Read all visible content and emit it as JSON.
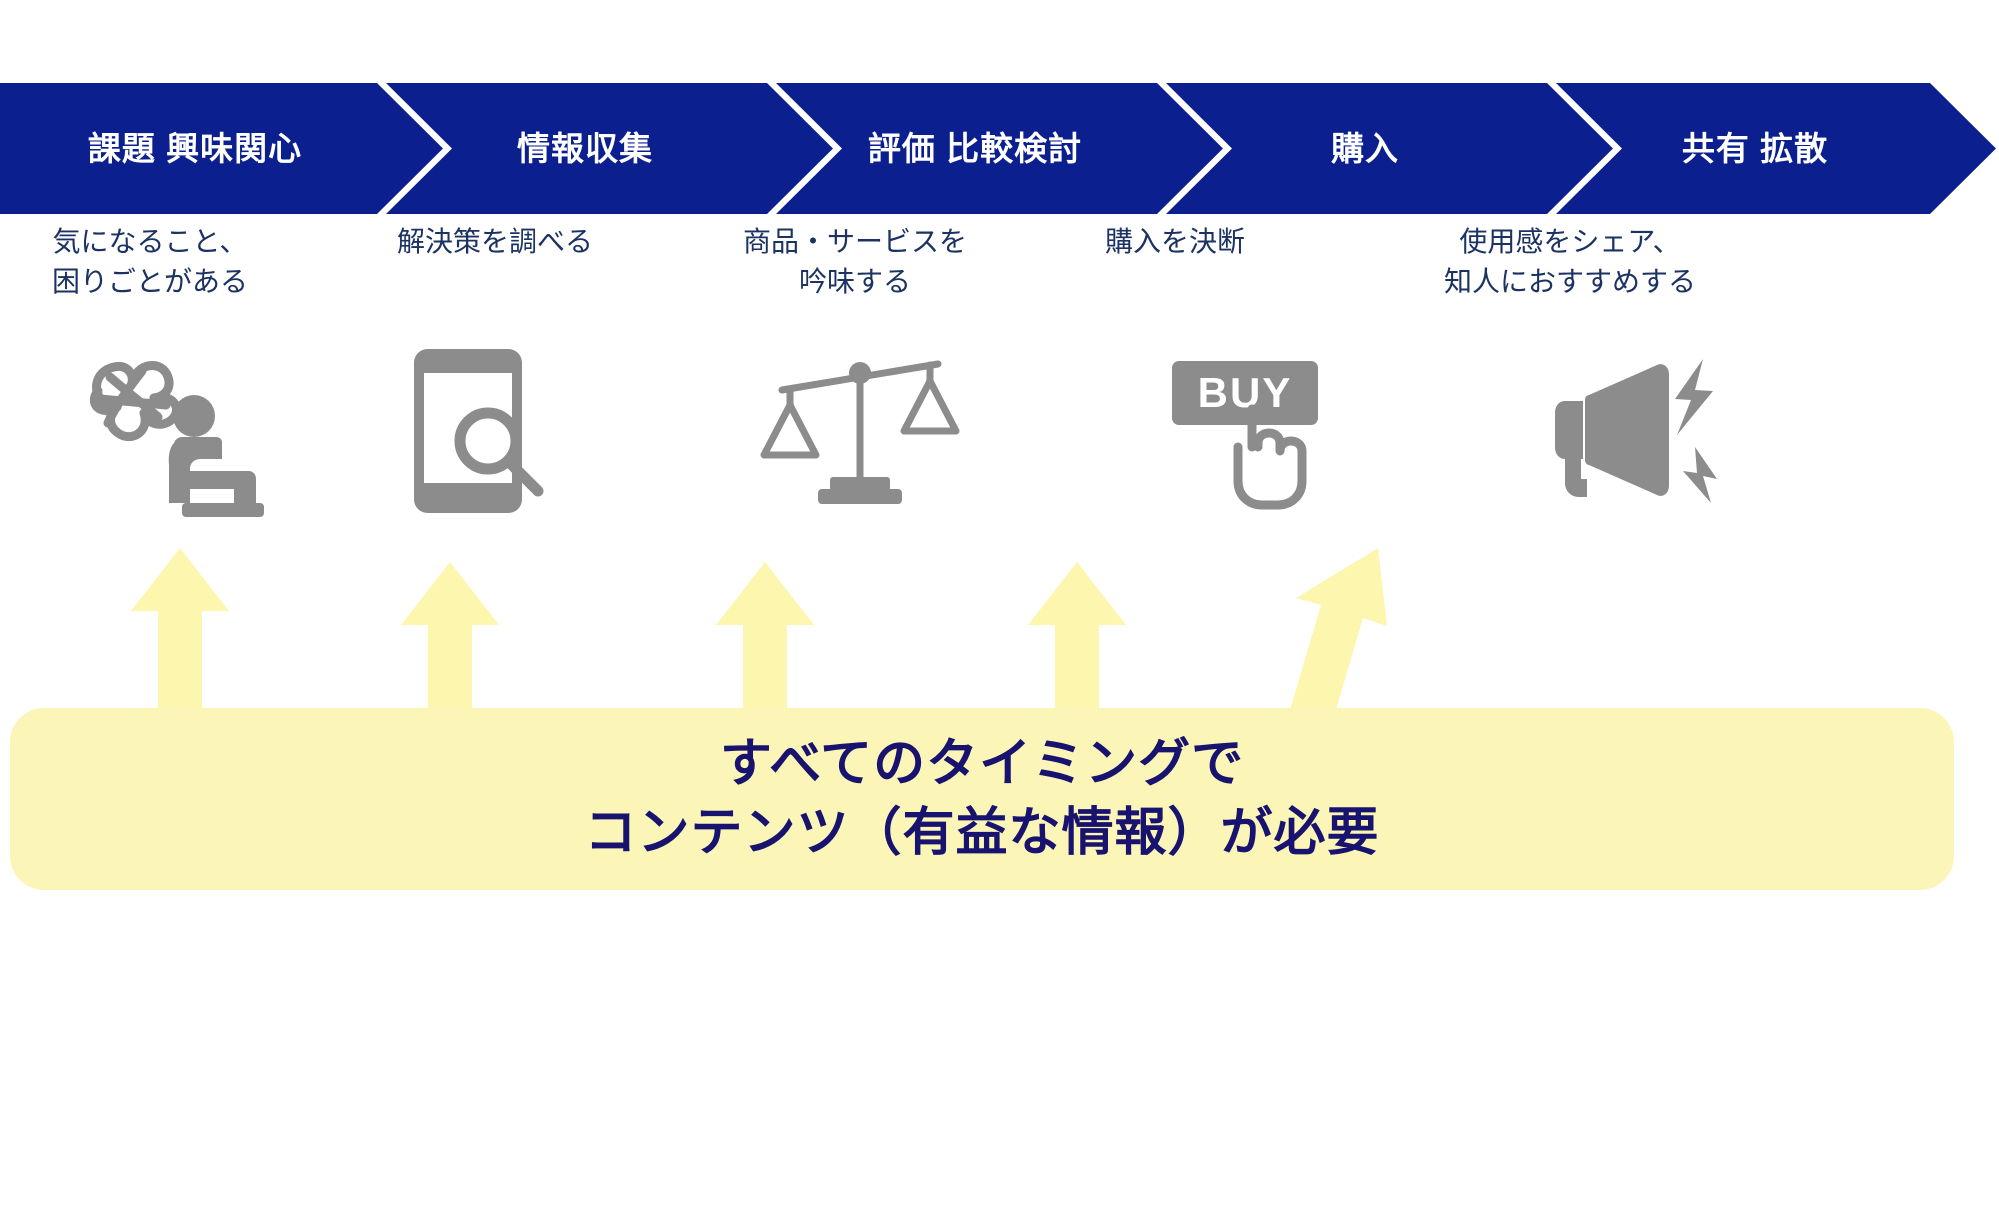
{
  "colors": {
    "banner_blue": "#0b1f8f",
    "text_navy": "#1b3263",
    "icon_gray": "#8c8c8c",
    "callout_yellow": "#fbf5b8",
    "arrow_yellow": "#fcf6ae",
    "callout_text_navy": "#17136e",
    "banner_text": "#ffffff"
  },
  "journey": {
    "stages": [
      {
        "label": "課題\n興味関心",
        "description": "気になること、\n困りごとがある",
        "icon": "person-thinking-scribble-icon"
      },
      {
        "label": "情報収集",
        "description": "解決策を調べる",
        "icon": "smartphone-search-icon"
      },
      {
        "label": "評価\n比較検討",
        "description": "商品・サービスを\n吟味する",
        "icon": "balance-scale-icon"
      },
      {
        "label": "購入",
        "description": "購入を決断",
        "icon": "buy-button-click-icon"
      },
      {
        "label": "共有\n拡散",
        "description": "使用感をシェア、\n知人におすすめする",
        "icon": "megaphone-icon"
      }
    ]
  },
  "icon_labels": {
    "buy_button": "BUY"
  },
  "callout": {
    "text": "すべてのタイミングで\nコンテンツ（有益な情報）が必要"
  },
  "arrows": {
    "count": 5,
    "direction": "up",
    "label": "upward-arrow-to-stage"
  }
}
